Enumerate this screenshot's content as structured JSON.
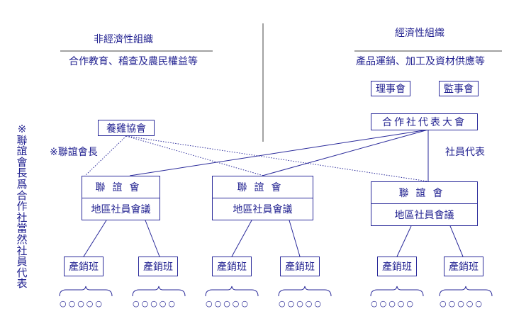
{
  "left_group": {
    "title": "非經濟性組織",
    "subtitle": "合作教育、稽查及農民權益等"
  },
  "right_group": {
    "title": "經濟性組織",
    "subtitle": "產品運銷、加工及資材供應等"
  },
  "boards": {
    "directors": "理事會",
    "supervisors": "監事會"
  },
  "assembly": "合作社代表大會",
  "poultry_assoc": "養雞協會",
  "chair_note": "※聯誼會長",
  "member_rep": "社員代表",
  "side_note": "※聯誼會長爲合作社當然社員代表",
  "units": [
    {
      "top": "聯誼會",
      "bottom": "地區社員會議",
      "teams": [
        "產銷班",
        "產銷班"
      ]
    },
    {
      "top": "聯誼會",
      "bottom": "地區社員會議",
      "teams": [
        "產銷班",
        "產銷班"
      ]
    },
    {
      "top": "聯誼會",
      "bottom": "地區社員會議",
      "teams": [
        "產銷班",
        "產銷班"
      ]
    }
  ],
  "members": "○○○○○"
}
